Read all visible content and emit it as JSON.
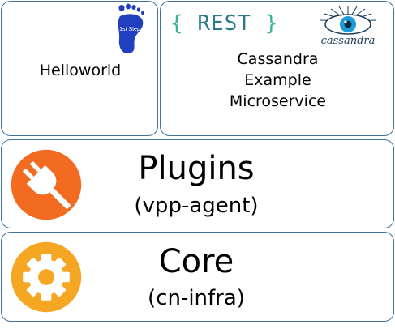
{
  "helloworld": {
    "label": "Helloworld",
    "logo_text": "1st Step",
    "logo_icon": "footprint-icon"
  },
  "cassandra": {
    "rest_word": "REST",
    "rest_open": "{",
    "rest_close": "}",
    "logo_word": "cassandra",
    "logo_icon": "cassandra-eye-icon",
    "lines": [
      "Cassandra",
      "Example",
      "Microservice"
    ]
  },
  "plugins": {
    "title": "Plugins",
    "subtitle": "(vpp-agent)",
    "icon": "plug-icon"
  },
  "core": {
    "title": "Core",
    "subtitle": "(cn-infra)",
    "icon": "gear-icon"
  },
  "colors": {
    "box_border": "#41719c",
    "plugins_icon": "#f26b21",
    "core_icon": "#f5a623",
    "foot_logo": "#1f3fbf",
    "rest_text": "#2a7a8a",
    "rest_braces": "#3bb39b",
    "cassandra_eye": "#1b9bd7"
  }
}
